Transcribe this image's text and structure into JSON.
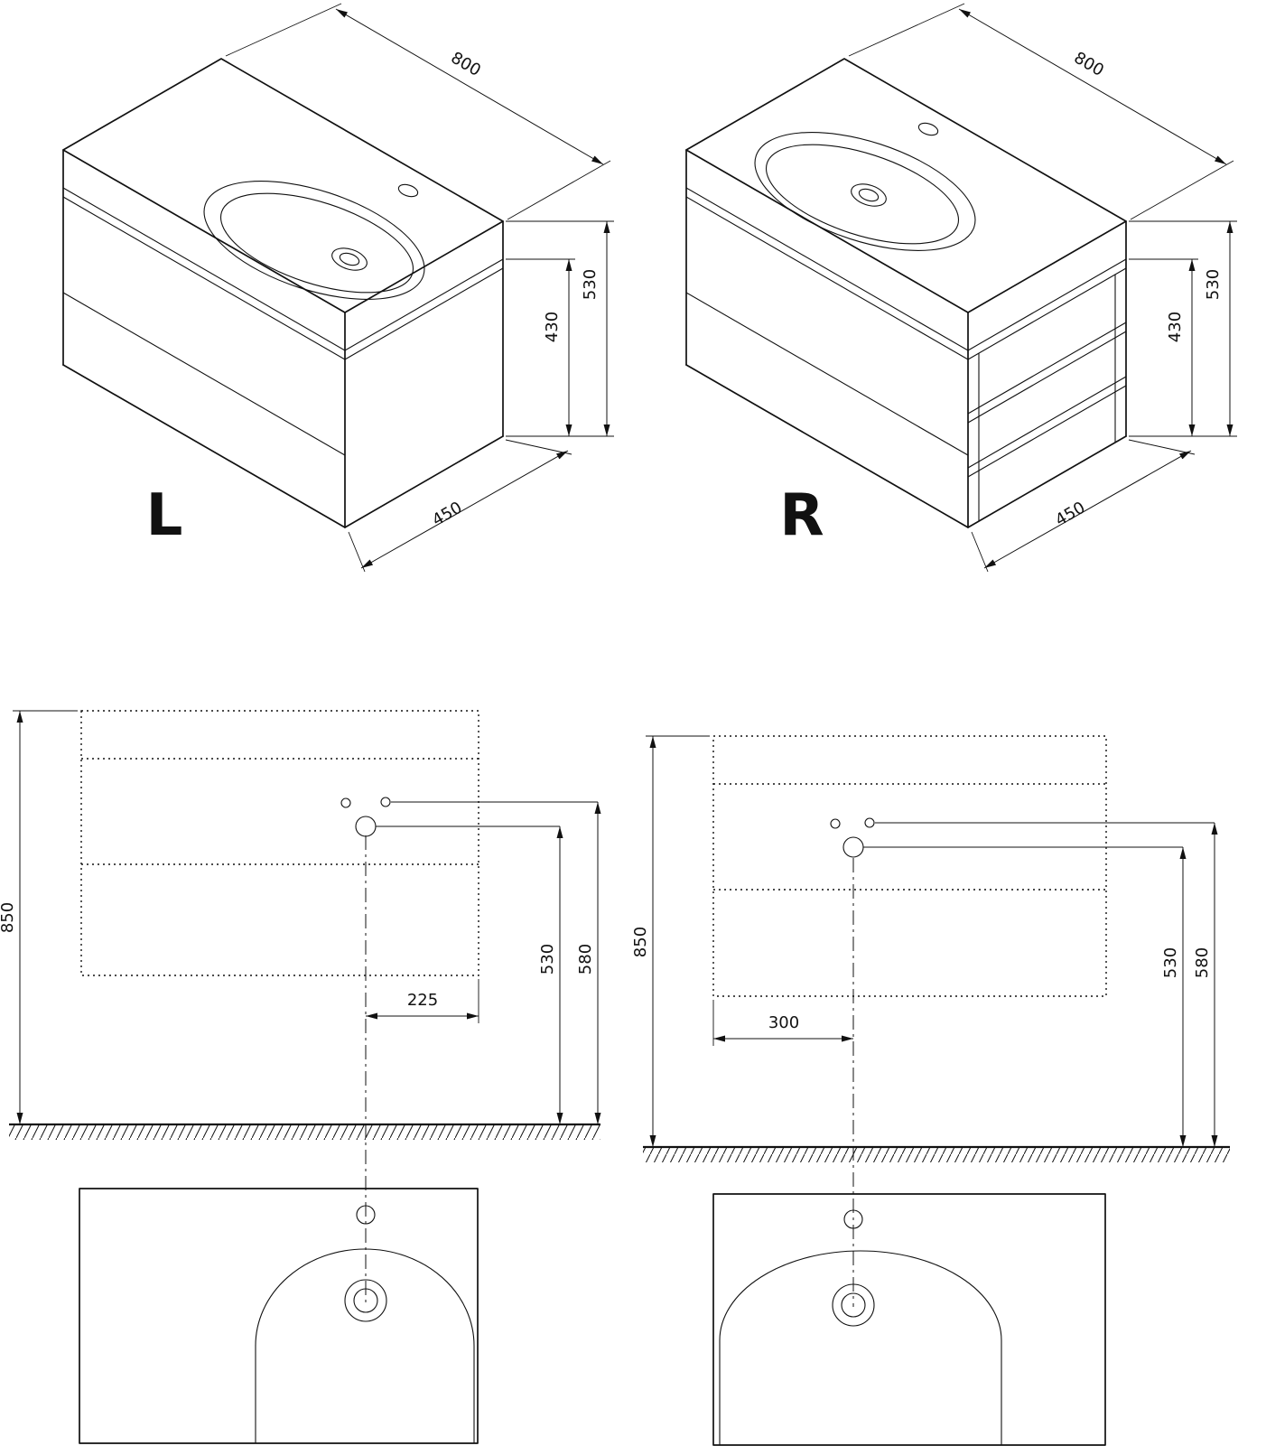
{
  "labels": {
    "left": "L",
    "right": "R"
  },
  "iso_left": {
    "width_mm": "800",
    "total_height_mm": "530",
    "cabinet_height_mm": "430",
    "depth_mm": "450"
  },
  "iso_right": {
    "width_mm": "800",
    "total_height_mm": "530",
    "cabinet_height_mm": "430",
    "depth_mm": "450"
  },
  "front_left": {
    "mount_height_mm": "850",
    "drain_height_mm": "530",
    "supply_height_mm": "580",
    "center_offset_mm": "225"
  },
  "front_right": {
    "mount_height_mm": "850",
    "drain_height_mm": "530",
    "supply_height_mm": "580",
    "center_offset_mm": "300"
  }
}
